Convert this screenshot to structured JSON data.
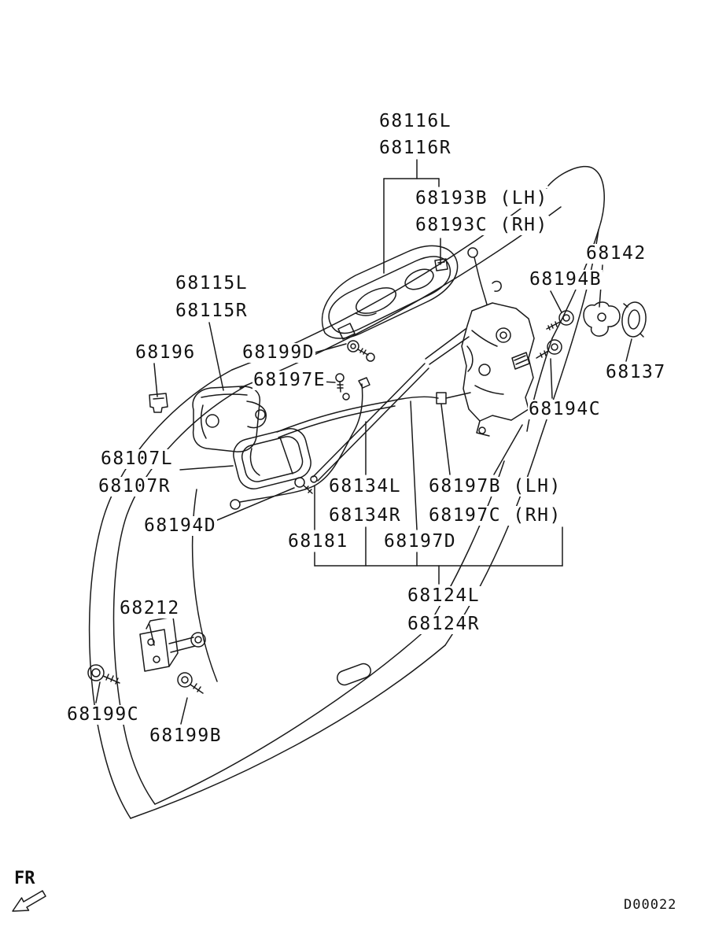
{
  "diagram": {
    "fr_indicator": "FR",
    "drawing_code": "D00022",
    "labels": [
      {
        "text": "68116L"
      },
      {
        "text": "68116R"
      },
      {
        "text": "68193B (LH)"
      },
      {
        "text": "68193C (RH)"
      },
      {
        "text": "68142"
      },
      {
        "text": "68194B"
      },
      {
        "text": "68115L"
      },
      {
        "text": "68115R"
      },
      {
        "text": "68196"
      },
      {
        "text": "68199D"
      },
      {
        "text": "68197E"
      },
      {
        "text": "68137"
      },
      {
        "text": "68194C"
      },
      {
        "text": "68107L"
      },
      {
        "text": "68107R"
      },
      {
        "text": "68134L"
      },
      {
        "text": "68134R"
      },
      {
        "text": "68197B (LH)"
      },
      {
        "text": "68197C (RH)"
      },
      {
        "text": "68194D"
      },
      {
        "text": "68181"
      },
      {
        "text": "68197D"
      },
      {
        "text": "68124L"
      },
      {
        "text": "68124R"
      },
      {
        "text": "68212"
      },
      {
        "text": "68199C"
      },
      {
        "text": "68199B"
      }
    ]
  }
}
